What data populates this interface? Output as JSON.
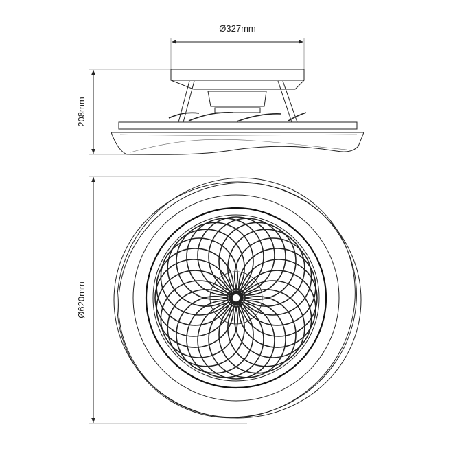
{
  "dimensions": {
    "canopy_diameter": "Ø327mm",
    "height": "208mm",
    "overall_diameter": "Ø620mm"
  },
  "colors": {
    "line": "#222222",
    "background": "#ffffff"
  }
}
